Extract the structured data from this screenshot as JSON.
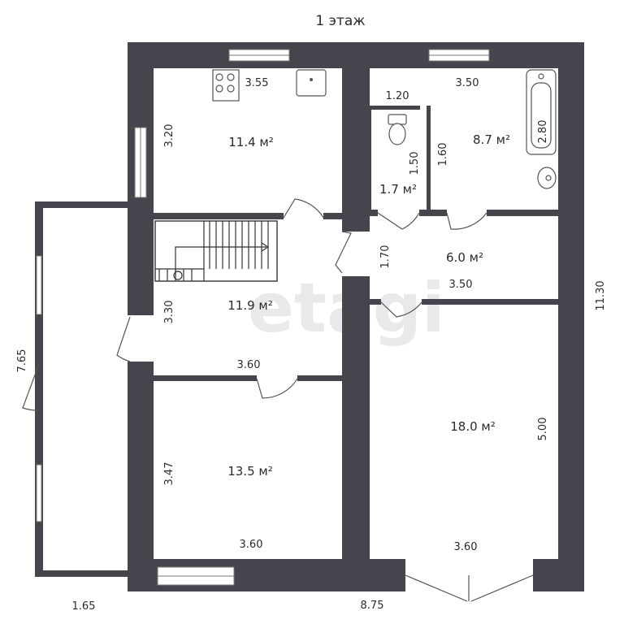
{
  "title": "1 этаж",
  "watermark": "etagi",
  "rooms": [
    {
      "id": "kitchen",
      "area": "11.4 м²"
    },
    {
      "id": "bath",
      "area": "8.7 м²"
    },
    {
      "id": "wc",
      "area": "1.7 м²"
    },
    {
      "id": "stair-hall",
      "area": "11.9 м²"
    },
    {
      "id": "corridor",
      "area": "6.0 м²"
    },
    {
      "id": "bedroom",
      "area": "13.5 м²"
    },
    {
      "id": "living",
      "area": "18.0 м²"
    }
  ],
  "dimensions": {
    "kitchen_width": "3.55",
    "kitchen_height": "3.20",
    "bath_width": "3.50",
    "bath_height": "2.80",
    "wc_width": "1.20",
    "wc_height": "1.50",
    "bath_inner_height": "1.60",
    "corridor_height": "1.70",
    "corridor_width": "3.50",
    "hall_height": "3.30",
    "hall_width": "3.60",
    "bedroom_height": "3.47",
    "bedroom_width": "3.60",
    "living_height": "5.00",
    "living_width": "3.60",
    "total_height": "11.30",
    "veranda_height": "7.65",
    "veranda_width": "1.65",
    "total_width": "8.75"
  }
}
